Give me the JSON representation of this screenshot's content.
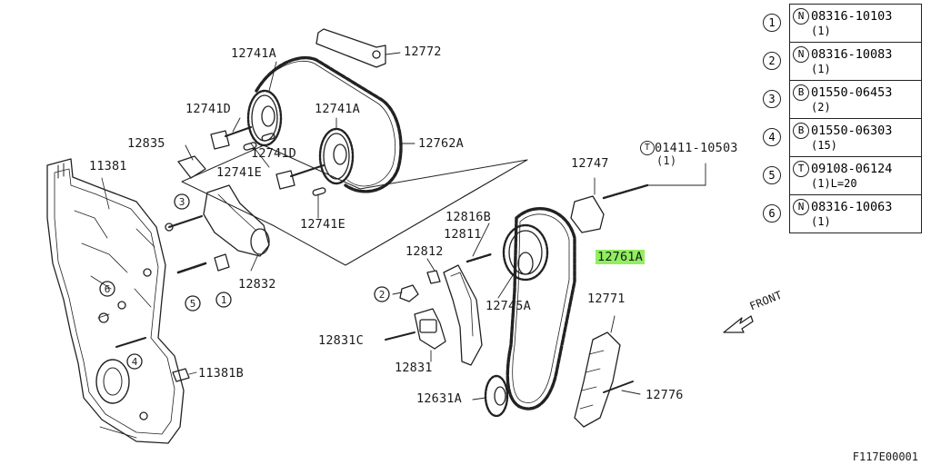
{
  "labels": {
    "l12772": "12772",
    "l12741A_top": "12741A",
    "l12741D_left": "12741D",
    "l12741A_mid": "12741A",
    "l12835": "12835",
    "l12762A": "12762A",
    "l11381": "11381",
    "l12741D_mid": "12741D",
    "l12741E_a": "12741E",
    "l12741E_b": "12741E",
    "l12832": "12832",
    "l12747": "12747",
    "l01411": "01411-10503",
    "l01411_qty": "(1)",
    "l12816B": "12816B",
    "l12811": "12811",
    "l12812": "12812",
    "l12761A": "12761A",
    "l12745A": "12745A",
    "l12771": "12771",
    "l12831C": "12831C",
    "l12831": "12831",
    "l11381B": "11381B",
    "l12631A": "12631A",
    "l12776": "12776",
    "front": "FRONT"
  },
  "callouts": {
    "c1": "1",
    "c2": "2",
    "c3": "3",
    "c4": "4",
    "c5": "5",
    "c6": "6"
  },
  "parts_table": [
    {
      "num": "1",
      "type": "N",
      "part": "08316-10103",
      "qty": "(1)"
    },
    {
      "num": "2",
      "type": "N",
      "part": "08316-10083",
      "qty": "(1)"
    },
    {
      "num": "3",
      "type": "B",
      "part": "01550-06453",
      "qty": "(2)"
    },
    {
      "num": "4",
      "type": "B",
      "part": "01550-06303",
      "qty": "(15)"
    },
    {
      "num": "5",
      "type": "T",
      "part": "09108-06124",
      "qty": "(1)L=20"
    },
    {
      "num": "6",
      "type": "N",
      "part": "08316-10063",
      "qty": "(1)"
    }
  ],
  "figure_id": "F117E00001",
  "colors": {
    "highlight": "#90ee60",
    "ink": "#1a1a1a"
  }
}
